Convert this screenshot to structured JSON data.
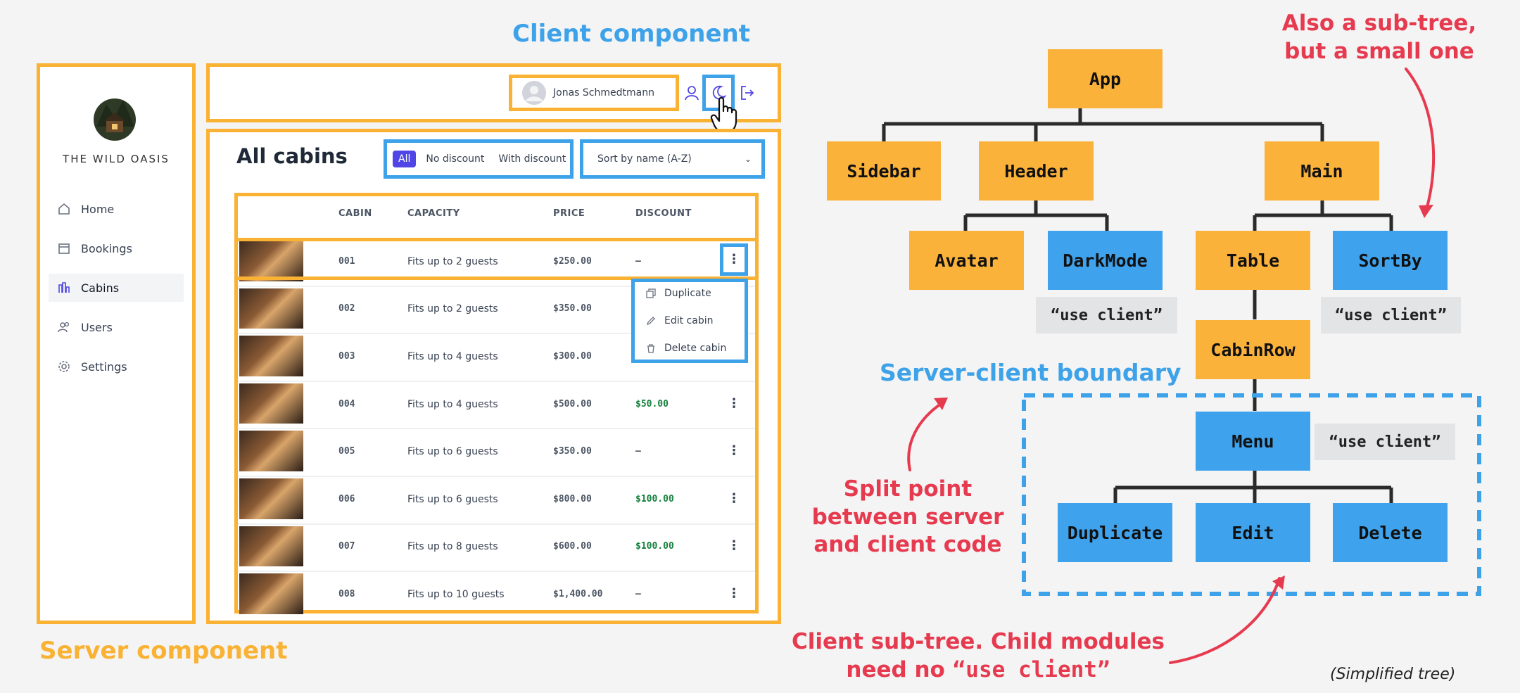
{
  "labels": {
    "client_component": "Client component",
    "server_component": "Server component",
    "boundary": "Server-client boundary",
    "subtree_note_1": "Also a sub-tree,",
    "subtree_note_2": "but a small one",
    "split_1": "Split point",
    "split_2": "between server",
    "split_3": "and client code",
    "client_subtree_1": "Client sub-tree. Child modules",
    "client_subtree_2a": "need no ",
    "client_subtree_2b": "“use client”",
    "simplified": "(Simplified tree)"
  },
  "app": {
    "logo_text": "THE WILD OASIS",
    "nav": [
      {
        "label": "Home",
        "icon": "home-icon"
      },
      {
        "label": "Bookings",
        "icon": "calendar-icon"
      },
      {
        "label": "Cabins",
        "icon": "chart-icon",
        "active": true
      },
      {
        "label": "Users",
        "icon": "users-icon"
      },
      {
        "label": "Settings",
        "icon": "gear-icon"
      }
    ],
    "user_name": "Jonas Schmedtmann",
    "page_title": "All cabins",
    "filters": [
      "All",
      "No discount",
      "With discount"
    ],
    "sort_label": "Sort by name (A-Z)",
    "columns": [
      "CABIN",
      "CAPACITY",
      "PRICE",
      "DISCOUNT"
    ],
    "rows": [
      {
        "cabin": "001",
        "capacity": "Fits up to 2 guests",
        "price": "$250.00",
        "discount": "—"
      },
      {
        "cabin": "002",
        "capacity": "Fits up to 2 guests",
        "price": "$350.00",
        "discount": ""
      },
      {
        "cabin": "003",
        "capacity": "Fits up to 4 guests",
        "price": "$300.00",
        "discount": ""
      },
      {
        "cabin": "004",
        "capacity": "Fits up to 4 guests",
        "price": "$500.00",
        "discount": "$50.00"
      },
      {
        "cabin": "005",
        "capacity": "Fits up to 6 guests",
        "price": "$350.00",
        "discount": "—"
      },
      {
        "cabin": "006",
        "capacity": "Fits up to 6 guests",
        "price": "$800.00",
        "discount": "$100.00"
      },
      {
        "cabin": "007",
        "capacity": "Fits up to 8 guests",
        "price": "$600.00",
        "discount": "$100.00"
      },
      {
        "cabin": "008",
        "capacity": "Fits up to 10 guests",
        "price": "$1,400.00",
        "discount": "—"
      }
    ],
    "menu": [
      "Duplicate",
      "Edit cabin",
      "Delete cabin"
    ],
    "menu_icons": [
      "copy-icon",
      "pencil-icon",
      "trash-icon"
    ],
    "menu_label": "⋮"
  },
  "tree": {
    "nodes": {
      "app": "App",
      "sidebar": "Sidebar",
      "header": "Header",
      "main": "Main",
      "avatar": "Avatar",
      "darkmode": "DarkMode",
      "table": "Table",
      "sortby": "SortBy",
      "cabinrow": "CabinRow",
      "menu": "Menu",
      "duplicate": "Duplicate",
      "edit": "Edit",
      "delete": "Delete"
    },
    "use_client": "“use client”"
  },
  "colors": {
    "server": "#f9b233",
    "client": "#3ea2e9",
    "annotation": "#e63a4f"
  }
}
